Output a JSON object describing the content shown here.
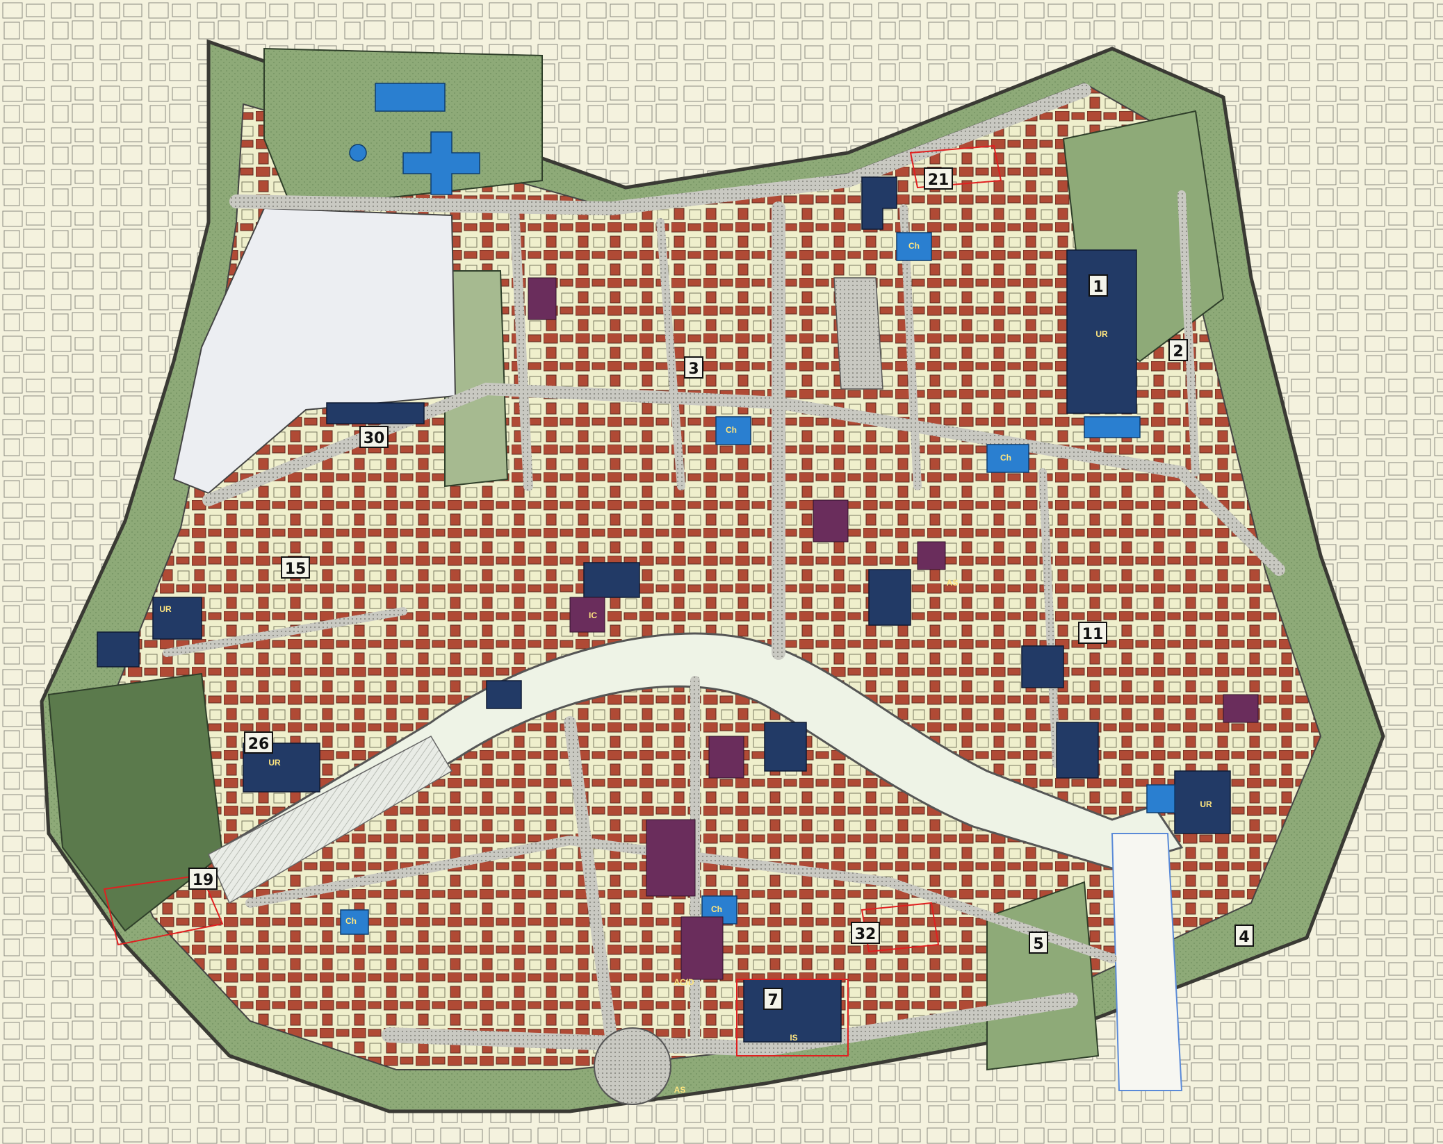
{
  "colors": {
    "background": "#fbfbf2",
    "surrounding_fabric": "#f4f2de",
    "surrounding_lines": "#8a8a80",
    "walls_green": "#8eaa78",
    "park_green": "#5b7a4c",
    "interior_fabric": "#efefcc",
    "historic_buildings": "#b04a35",
    "public_buildings_navy": "#223a66",
    "churches_blue": "#2a7fd0",
    "civic_purple": "#6a2d5c",
    "river": "#eef3e6",
    "streets": "#b8b8b0",
    "empty_block": "#eceef2",
    "red_boundary": "#e02020"
  },
  "zone_numbers": [
    {
      "id": "z1",
      "text": "1"
    },
    {
      "id": "z2",
      "text": "2"
    },
    {
      "id": "z3",
      "text": "3"
    },
    {
      "id": "z4",
      "text": "4"
    },
    {
      "id": "z5",
      "text": "5"
    },
    {
      "id": "z7",
      "text": "7"
    },
    {
      "id": "z11",
      "text": "11"
    },
    {
      "id": "z15",
      "text": "15"
    },
    {
      "id": "z19",
      "text": "19"
    },
    {
      "id": "z21",
      "text": "21"
    },
    {
      "id": "z26",
      "text": "26"
    },
    {
      "id": "z30",
      "text": "30"
    },
    {
      "id": "z32",
      "text": "32"
    }
  ],
  "zone_codes": [
    {
      "id": "c1",
      "text": "UR"
    },
    {
      "id": "c2",
      "text": "UR"
    },
    {
      "id": "c3",
      "text": "UR"
    },
    {
      "id": "c4",
      "text": "UR"
    },
    {
      "id": "c5",
      "text": "Ch"
    },
    {
      "id": "c6",
      "text": "Ch"
    },
    {
      "id": "c7",
      "text": "Ch"
    },
    {
      "id": "c8",
      "text": "Ch"
    },
    {
      "id": "c9",
      "text": "AS"
    },
    {
      "id": "c10",
      "text": "AS"
    },
    {
      "id": "c11",
      "text": "AC/D"
    },
    {
      "id": "c12",
      "text": "IS"
    },
    {
      "id": "c13",
      "text": "IC"
    },
    {
      "id": "c14",
      "text": "Ch"
    }
  ]
}
